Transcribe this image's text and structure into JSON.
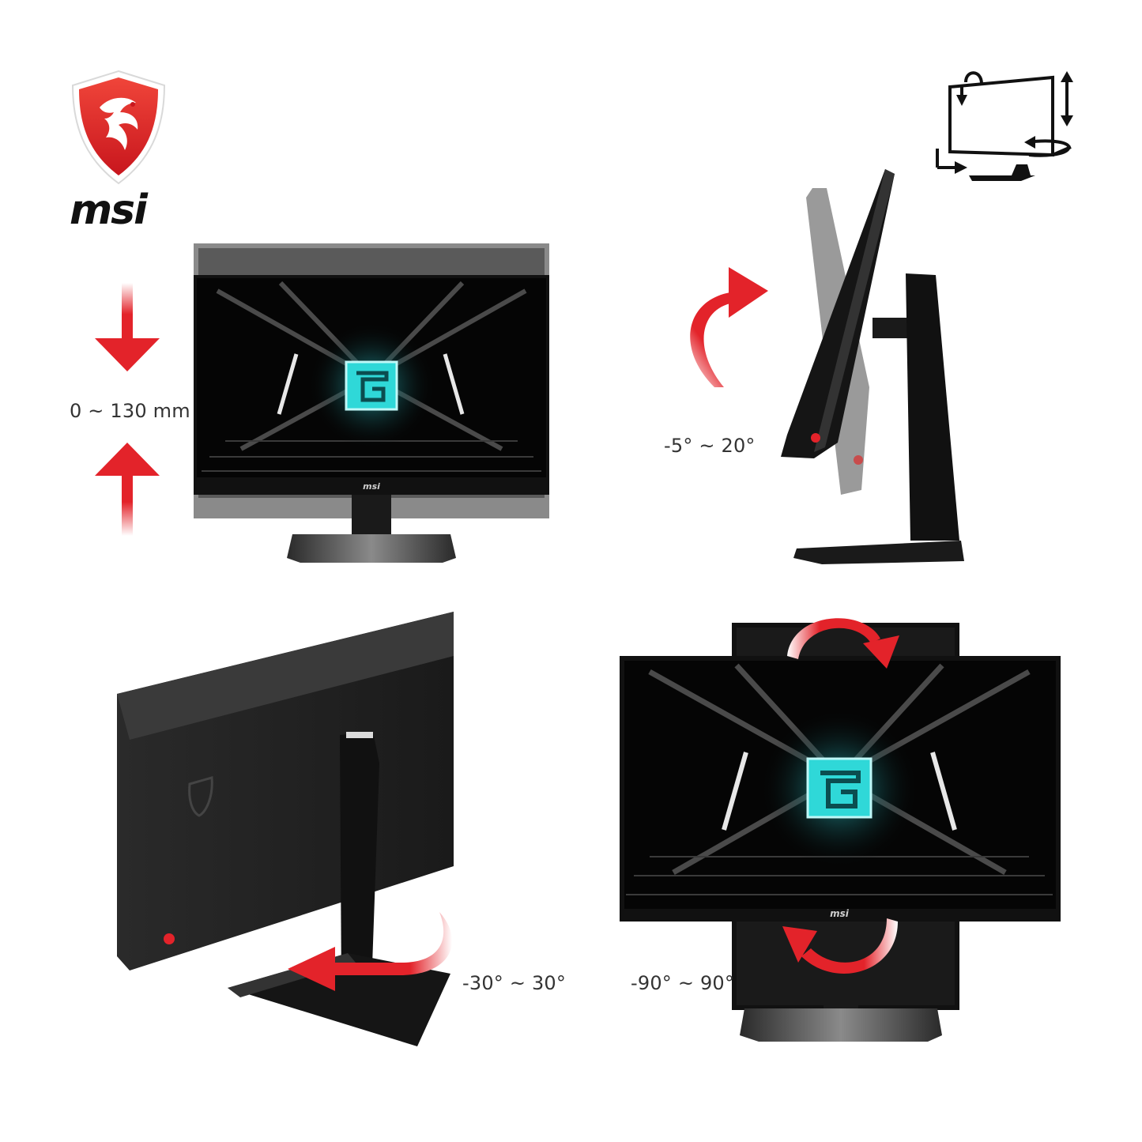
{
  "brand": {
    "name": "msi",
    "accent": "#e3232a",
    "dark": "#111111"
  },
  "features": {
    "height": {
      "label": "0 ~ 130 mm",
      "icon": "height-adjust-arrows-icon"
    },
    "tilt": {
      "label": "-5° ~ 20°",
      "icon": "tilt-arrow-icon"
    },
    "swivel": {
      "label": "-30° ~ 30°",
      "icon": "swivel-arrow-icon"
    },
    "pivot": {
      "label": "-90° ~ 90°",
      "icon": "pivot-arrows-icon"
    }
  },
  "screen_logo_text": "msi",
  "corner_icon": "ergonomic-adjust-icon",
  "colors": {
    "screen_glow": "#2fd8d8",
    "bezel": "#111111",
    "ghost": "#8a8a8a"
  }
}
